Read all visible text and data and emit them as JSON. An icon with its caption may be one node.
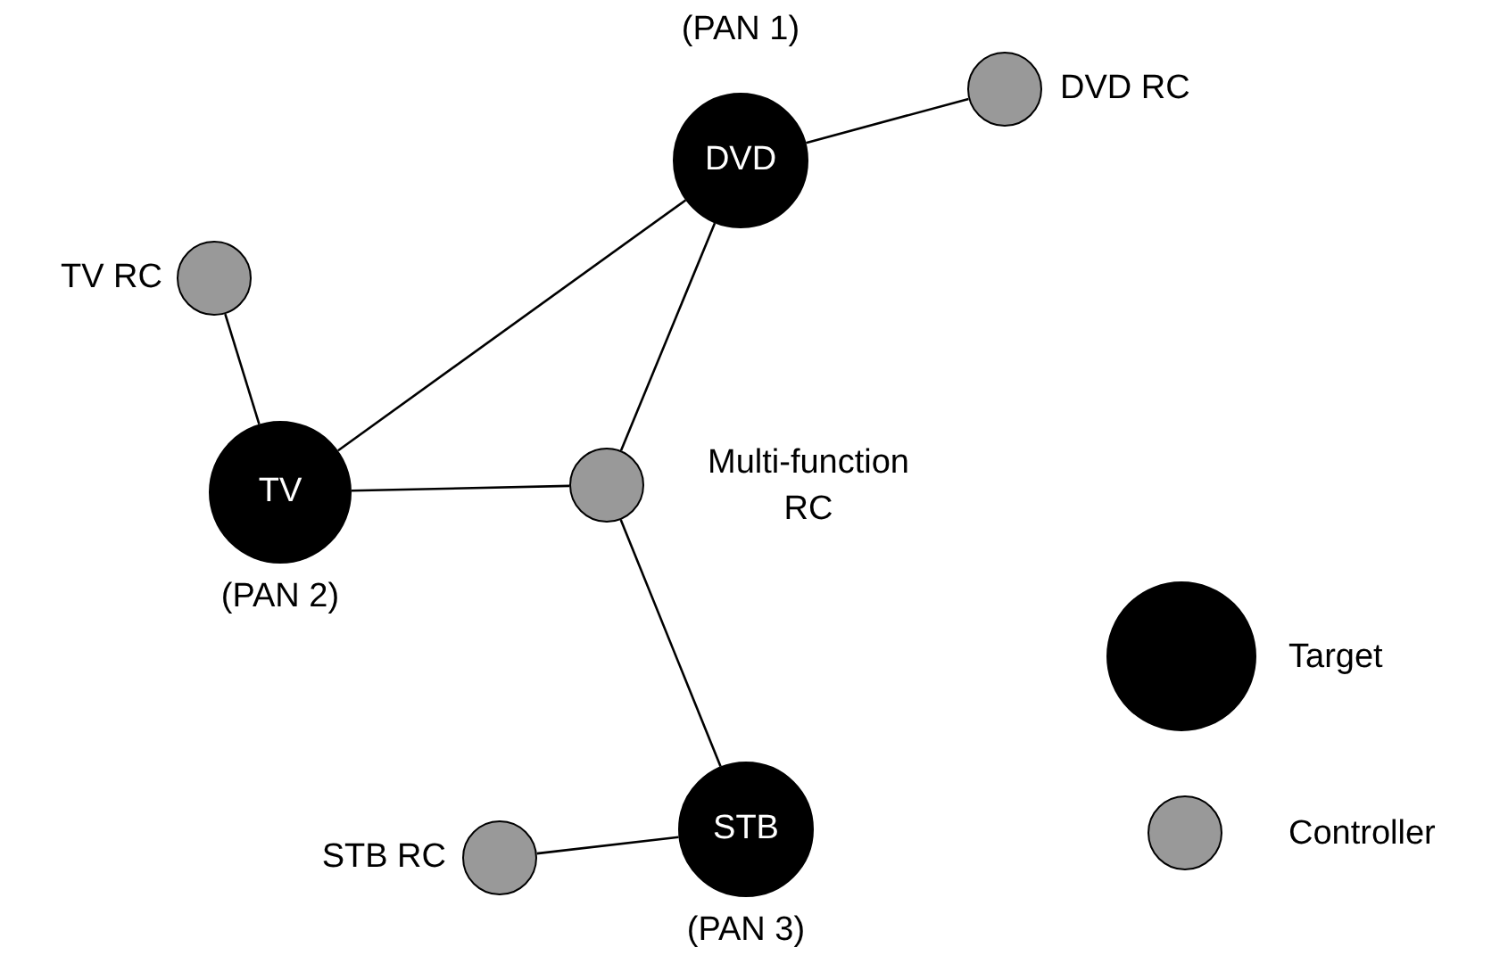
{
  "diagram": {
    "nodes": [
      {
        "text": [
          "DVD"
        ],
        "beside": [
          "(PAN 1)"
        ]
      },
      {
        "text": [],
        "shape": "circle",
        "beside": [
          "DVD RC"
        ]
      },
      {
        "text": [],
        "shape": "circle",
        "beside": [
          "TV RC"
        ]
      },
      {
        "text": [
          "TV"
        ],
        "beside": [
          "(PAN 2)"
        ]
      },
      {
        "text": [],
        "shape": "circle",
        "beside": [
          "Multi-function RC"
        ]
      },
      {
        "text": [
          "STB"
        ],
        "beside": [
          "(PAN 3)"
        ]
      },
      {
        "text": [],
        "shape": "circle",
        "beside": [
          "STB RC"
        ]
      }
    ],
    "edges": [
      {
        "from": 0,
        "to": 1,
        "arrow": "none"
      },
      {
        "from": 2,
        "to": 3,
        "arrow": "none"
      },
      {
        "from": 3,
        "to": 0,
        "arrow": "none"
      },
      {
        "from": 3,
        "to": 4,
        "arrow": "none"
      },
      {
        "from": 0,
        "to": 4,
        "arrow": "none"
      },
      {
        "from": 4,
        "to": 5,
        "arrow": "none"
      },
      {
        "from": 6,
        "to": 5,
        "arrow": "none"
      }
    ],
    "legend": [
      {
        "text": "Target",
        "color": "#000000"
      },
      {
        "text": "Controller",
        "color": "#999999"
      }
    ]
  }
}
